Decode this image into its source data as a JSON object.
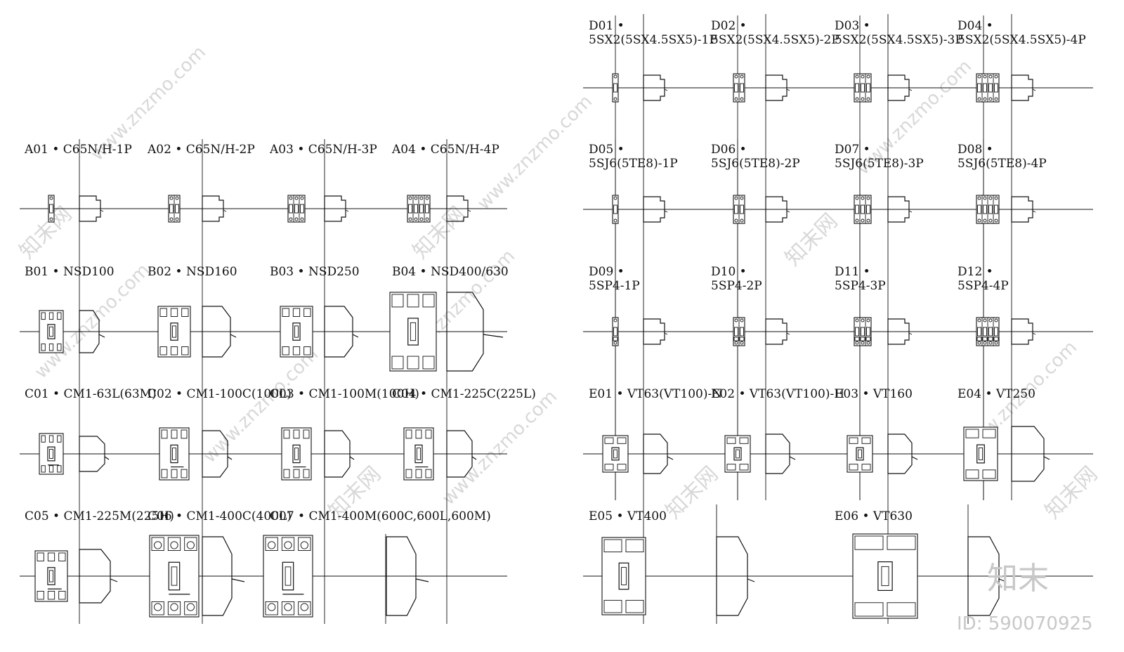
{
  "watermark": {
    "site_text": "www.znzmo.com",
    "brand_cn": "知末",
    "brand_cn_diag": "知末网",
    "id_text": "ID: 590070925"
  },
  "left_panel": {
    "rows": [
      {
        "type": "mcb",
        "items": [
          {
            "code": "A01",
            "model": "C65N/H-1P",
            "poles": 1
          },
          {
            "code": "A02",
            "model": "C65N/H-2P",
            "poles": 2
          },
          {
            "code": "A03",
            "model": "C65N/H-3P",
            "poles": 3
          },
          {
            "code": "A04",
            "model": "C65N/H-4P",
            "poles": 4
          }
        ]
      },
      {
        "type": "mccb_small",
        "items": [
          {
            "code": "B01",
            "model": "NSD100",
            "size": 1
          },
          {
            "code": "B02",
            "model": "NSD160",
            "size": 2
          },
          {
            "code": "B03",
            "model": "NSD250",
            "size": 2
          },
          {
            "code": "B04",
            "model": "NSD400/630",
            "size": 3
          }
        ]
      },
      {
        "type": "cm1",
        "items": [
          {
            "code": "C01",
            "model": "CM1-63L(63M)",
            "size": 1
          },
          {
            "code": "C02",
            "model": "CM1-100C(100L)",
            "size": 2
          },
          {
            "code": "C03",
            "model": "CM1-100M(100H)",
            "size": 2
          },
          {
            "code": "C04",
            "model": "CM1-225C(225L)",
            "size": 2
          }
        ]
      },
      {
        "type": "cm1_large",
        "items": [
          {
            "code": "C05",
            "model": "CM1-225M(225H)",
            "size": 2
          },
          {
            "code": "C06",
            "model": "CM1-400C(400L)",
            "size": 3
          },
          {
            "code": "C07",
            "model": "CM1-400M(600C,600L,600M)",
            "size": 3
          }
        ]
      }
    ]
  },
  "right_panel": {
    "rows": [
      {
        "type": "mcb_two_line",
        "items": [
          {
            "code": "D01",
            "model": "5SX2(5SX4.5SX5)-1P",
            "poles": 1
          },
          {
            "code": "D02",
            "model": "5SX2(5SX4.5SX5)-2P",
            "poles": 2
          },
          {
            "code": "D03",
            "model": "5SX2(5SX4.5SX5)-3P",
            "poles": 3
          },
          {
            "code": "D04",
            "model": "5SX2(5SX4.5SX5)-4P",
            "poles": 4
          }
        ]
      },
      {
        "type": "mcb_two_line",
        "items": [
          {
            "code": "D05",
            "model": "5SJ6(5TE8)-1P",
            "poles": 1
          },
          {
            "code": "D06",
            "model": "5SJ6(5TE8)-2P",
            "poles": 2
          },
          {
            "code": "D07",
            "model": "5SJ6(5TE8)-3P",
            "poles": 3
          },
          {
            "code": "D08",
            "model": "5SJ6(5TE8)-4P",
            "poles": 4
          }
        ]
      },
      {
        "type": "mcb_two_line",
        "items": [
          {
            "code": "D09",
            "model": "5SP4-1P",
            "poles": 1
          },
          {
            "code": "D10",
            "model": "5SP4-2P",
            "poles": 2
          },
          {
            "code": "D11",
            "model": "5SP4-3P",
            "poles": 3
          },
          {
            "code": "D12",
            "model": "5SP4-4P",
            "poles": 4
          }
        ]
      },
      {
        "type": "vt",
        "items": [
          {
            "code": "E01",
            "model": "VT63(VT100)-N",
            "size": 1
          },
          {
            "code": "E02",
            "model": "VT63(VT100)-H",
            "size": 1
          },
          {
            "code": "E03",
            "model": "VT160",
            "size": 1
          },
          {
            "code": "E04",
            "model": "VT250",
            "size": 2
          }
        ]
      },
      {
        "type": "vt_large",
        "items": [
          {
            "code": "E05",
            "model": "VT400",
            "size": 3
          },
          {
            "code": "E06",
            "model": "VT630",
            "size": 3
          }
        ]
      }
    ]
  }
}
